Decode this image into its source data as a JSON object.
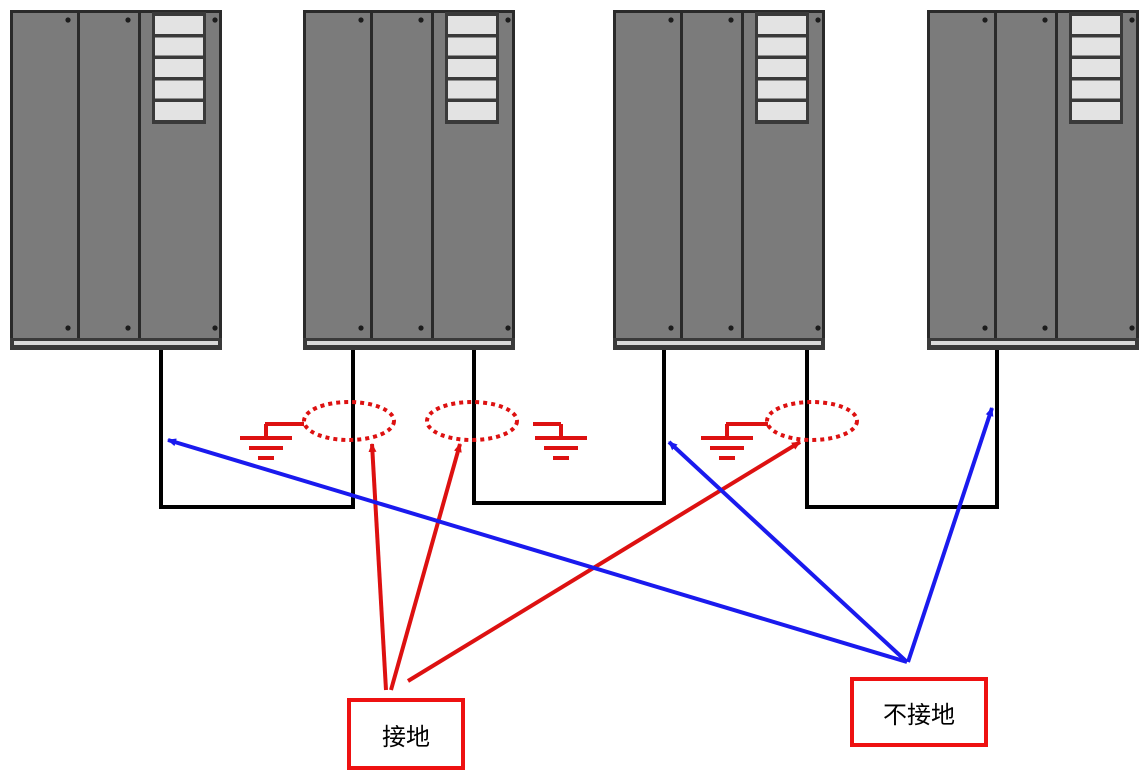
{
  "labels": {
    "grounded": "接地",
    "not_grounded": "不接地"
  },
  "colors": {
    "grounded": "#dd1111",
    "not_grounded": "#1a1aee",
    "cabinet": "#7b7b7b",
    "wire": "#000000"
  },
  "cabinets": [
    {
      "id": "cabinet-1"
    },
    {
      "id": "cabinet-2"
    },
    {
      "id": "cabinet-3"
    },
    {
      "id": "cabinet-4"
    }
  ]
}
